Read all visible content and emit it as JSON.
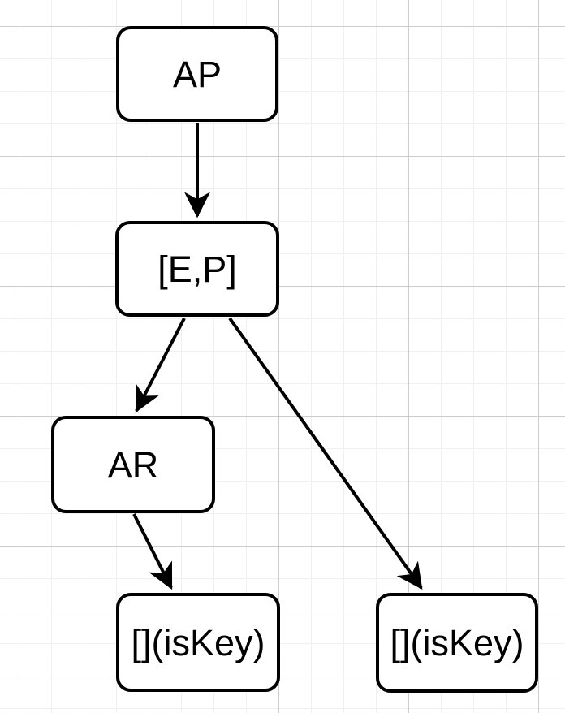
{
  "diagram": {
    "type": "tree",
    "nodes": [
      {
        "id": "ap",
        "label": "AP"
      },
      {
        "id": "ep",
        "label": "[E,P]"
      },
      {
        "id": "ar",
        "label": "AR"
      },
      {
        "id": "iskey_left",
        "label": "[](isKey)"
      },
      {
        "id": "iskey_right",
        "label": "[](isKey)"
      }
    ],
    "edges": [
      {
        "from": "ap",
        "to": "ep"
      },
      {
        "from": "ep",
        "to": "ar"
      },
      {
        "from": "ep",
        "to": "iskey_right"
      },
      {
        "from": "ar",
        "to": "iskey_left"
      }
    ],
    "theme": {
      "background": "#ffffff",
      "grid_minor": "#f0f0f0",
      "grid_major": "#cdcdcd",
      "node_fill": "#ffffff",
      "node_stroke": "#000000",
      "node_text": "#000000",
      "edge_color": "#000000"
    }
  }
}
